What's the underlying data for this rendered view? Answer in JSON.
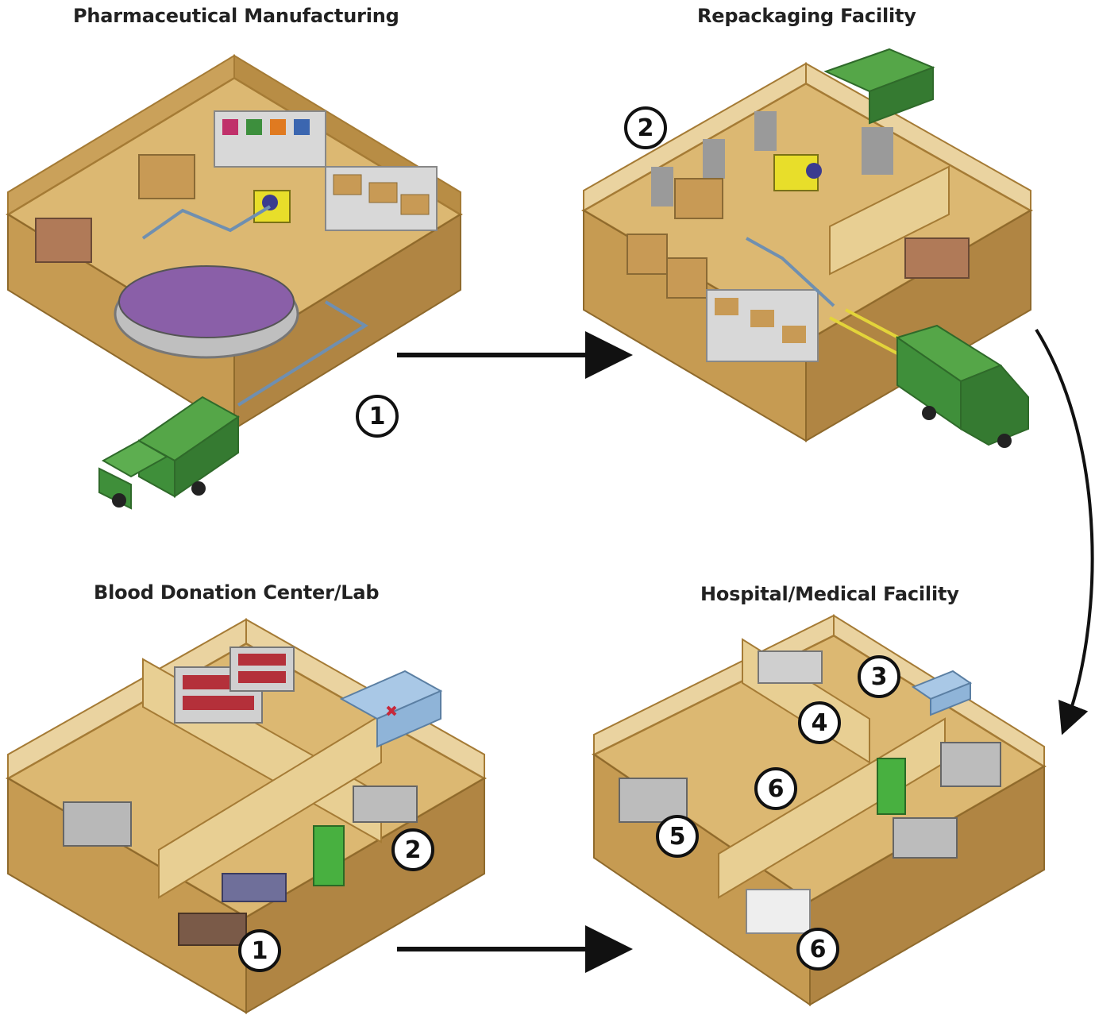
{
  "titles": {
    "pharma": "Pharmaceutical Manufacturing",
    "repack": "Repackaging Facility",
    "blood": "Blood Donation Center/Lab",
    "hospital": "Hospital/Medical Facility"
  },
  "badges": {
    "pharma_1": "1",
    "repack_2": "2",
    "blood_1": "1",
    "blood_2": "2",
    "hosp_3": "3",
    "hosp_4": "4",
    "hosp_5": "5",
    "hosp_6a": "6",
    "hosp_6b": "6"
  },
  "colors": {
    "floor": "#d9b56c",
    "wall": "#c79a4e",
    "truck_green": "#3f8f3a",
    "ambulance_blue": "#8fb4d8",
    "arrow": "#111111"
  }
}
